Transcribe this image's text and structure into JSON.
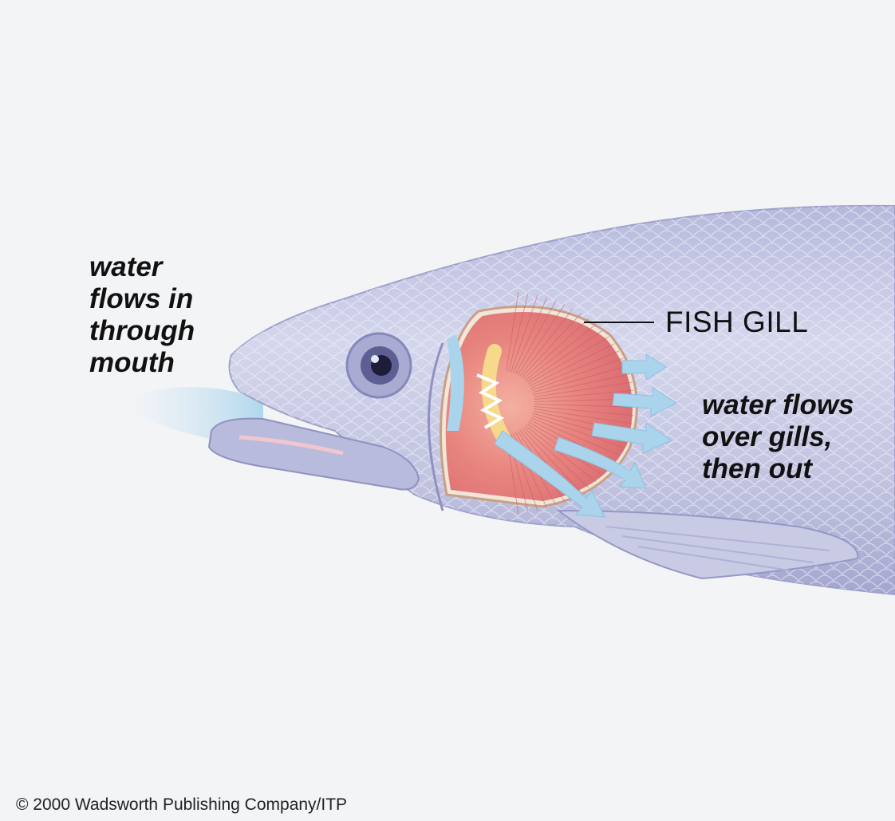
{
  "labels": {
    "water_in": [
      "water",
      "flows in",
      "through",
      "mouth"
    ],
    "water_out": [
      "water flows",
      "over gills,",
      "then out"
    ],
    "gill": "FISH GILL"
  },
  "copyright": "© 2000 Wadsworth Publishing Company/ITP",
  "colors": {
    "background": "#f3f4f6",
    "fish_body": "#c5c7e2",
    "fish_shadow": "#9ea0cc",
    "gill": "#e87e7e",
    "gill_highlight": "#f6d98a",
    "water": "#a9d4ec"
  }
}
